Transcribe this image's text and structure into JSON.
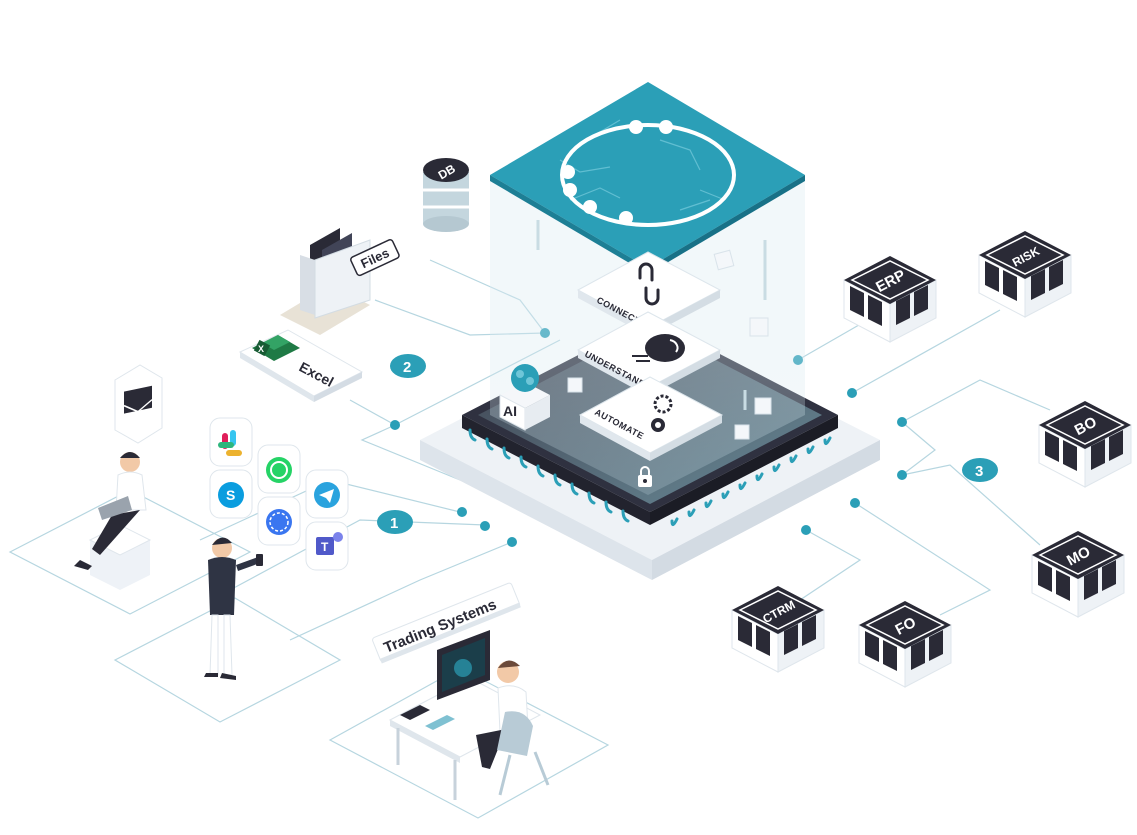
{
  "colors": {
    "teal": "#2b9fb7",
    "teal_dark": "#1d7f95",
    "dark": "#2a2a36",
    "platform": "#f1f4f8",
    "line": "#9ec9d6",
    "white": "#ffffff"
  },
  "layers": {
    "connect": "CONNECT",
    "understand": "UNDERSTAND",
    "automate": "AUTOMATE",
    "ai": "AI"
  },
  "sources": {
    "db": "DB",
    "files": "Files",
    "excel": "Excel",
    "trading": "Trading Systems",
    "excel_icon_letter": "X"
  },
  "steps": [
    "1",
    "2",
    "3"
  ],
  "systems": [
    "ERP",
    "RISK",
    "BO",
    "MO",
    "CTRM",
    "FO"
  ],
  "icons": {
    "email": "envelope-icon",
    "slack": "slack-icon",
    "whatsapp": "whatsapp-icon",
    "telegram": "telegram-icon",
    "skype": "skype-icon",
    "signal": "signal-icon",
    "teams": "teams-icon",
    "skype_letter": "S",
    "teams_letter": "T"
  }
}
